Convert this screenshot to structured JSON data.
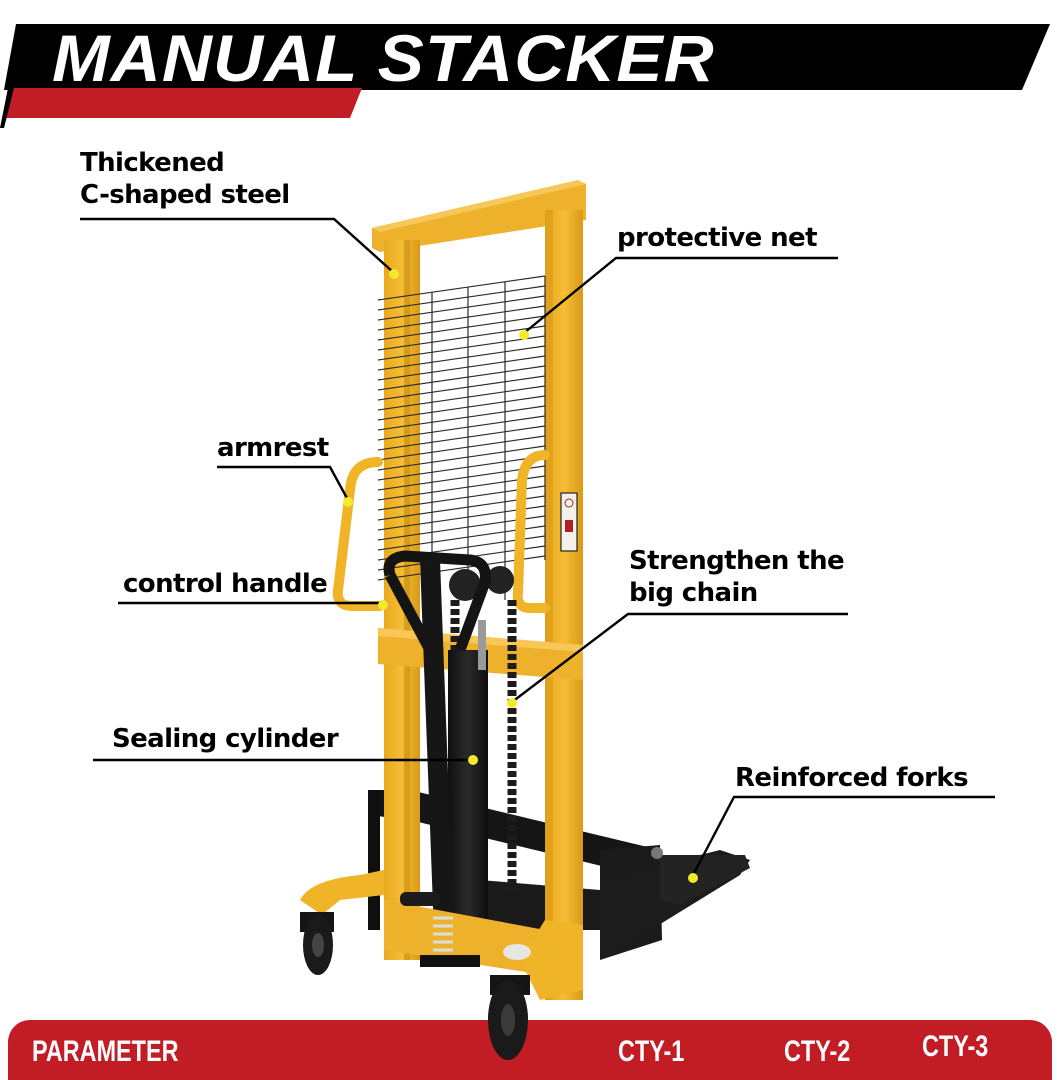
{
  "header": {
    "title": "MANUAL STACKER",
    "colors": {
      "banner": "#000000",
      "accent_stripe": "#c21c24",
      "title_text": "#ffffff"
    }
  },
  "product": {
    "name": "Manual stacker",
    "colors": {
      "frame": "#f0b428",
      "frame_shadow": "#d89a18",
      "steel_black": "#1a1a1a",
      "marker": "#f4ea2a"
    }
  },
  "callouts": [
    {
      "id": "c-shaped-steel",
      "lines": [
        "Thickened",
        "C-shaped steel"
      ]
    },
    {
      "id": "protective-net",
      "lines": [
        "protective net"
      ]
    },
    {
      "id": "armrest",
      "lines": [
        "armrest"
      ]
    },
    {
      "id": "control-handle",
      "lines": [
        "control handle"
      ]
    },
    {
      "id": "big-chain",
      "lines": [
        "Strengthen the",
        "big chain"
      ]
    },
    {
      "id": "sealing-cylinder",
      "lines": [
        "Sealing cylinder"
      ]
    },
    {
      "id": "reinforced-forks",
      "lines": [
        "Reinforced forks"
      ]
    }
  ],
  "parameter_bar": {
    "label": "PARAMETER",
    "models": [
      "CTY-1",
      "CTY-2",
      "CTY-3"
    ],
    "color": "#c21c24"
  }
}
